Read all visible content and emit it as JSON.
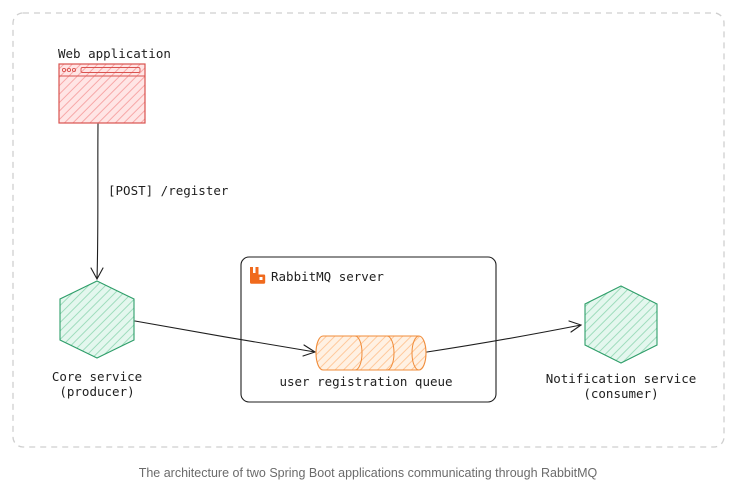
{
  "diagram": {
    "web_app": {
      "label": "Web application"
    },
    "request": {
      "label": "[POST] /register"
    },
    "core_service": {
      "label_line1": "Core service",
      "label_line2": "(producer)"
    },
    "rabbitmq": {
      "label": "RabbitMQ server"
    },
    "queue": {
      "label": "user registration queue"
    },
    "notification_service": {
      "label_line1": "Notification service",
      "label_line2": "(consumer)"
    }
  },
  "caption": "The architecture of two Spring Boot applications communicating through RabbitMQ",
  "colors": {
    "web_app_fill": "#ffc9c9",
    "web_app_stroke": "#e03131",
    "service_fill": "#c3f0dd",
    "service_stroke": "#2f9e44",
    "queue_fill": "#ffe3cc",
    "queue_stroke": "#f08c00",
    "rabbitmq_icon": "#f06a1d"
  }
}
